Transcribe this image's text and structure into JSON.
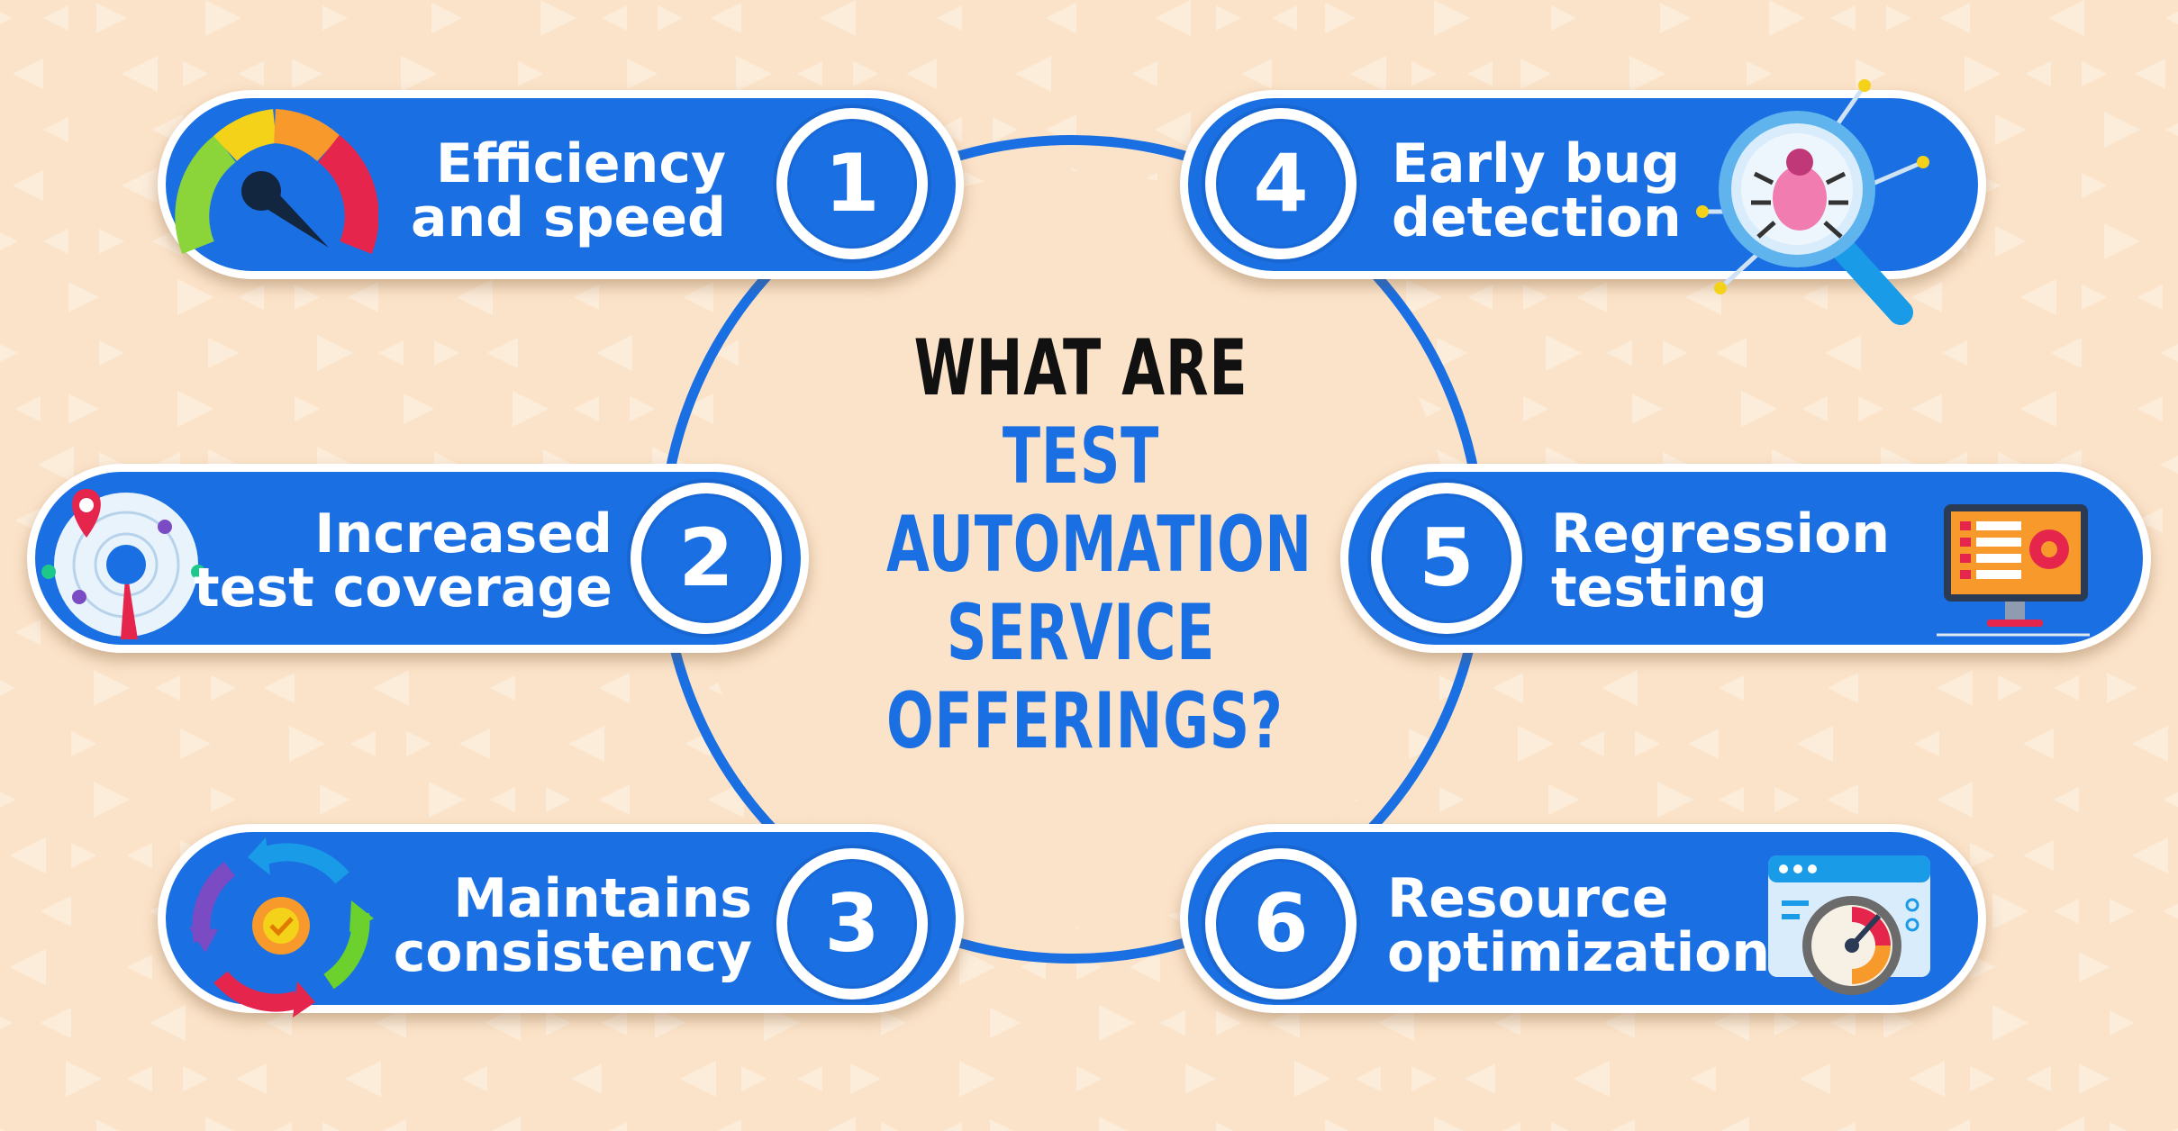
{
  "title": {
    "line1": "WHAT ARE",
    "line2": "TEST",
    "line3": "AUTOMATION",
    "line4": "SERVICE",
    "line5": "OFFERINGS?"
  },
  "items": [
    {
      "number": "1",
      "line1": "Efficiency",
      "line2": "and speed",
      "icon": "speedometer-icon"
    },
    {
      "number": "2",
      "line1": "Increased",
      "line2": "test coverage",
      "icon": "radar-icon"
    },
    {
      "number": "3",
      "line1": "Maintains",
      "line2": "consistency",
      "icon": "cycle-arrows-icon"
    },
    {
      "number": "4",
      "line1": "Early bug",
      "line2": "detection",
      "icon": "bug-magnifier-icon"
    },
    {
      "number": "5",
      "line1": "Regression",
      "line2": "testing",
      "icon": "monitor-settings-icon"
    },
    {
      "number": "6",
      "line1": "Resource",
      "line2": "optimization",
      "icon": "browser-gauge-icon"
    }
  ],
  "colors": {
    "background": "#fbe3c9",
    "primary_blue": "#1a6fe3",
    "title_dark": "#111111"
  }
}
